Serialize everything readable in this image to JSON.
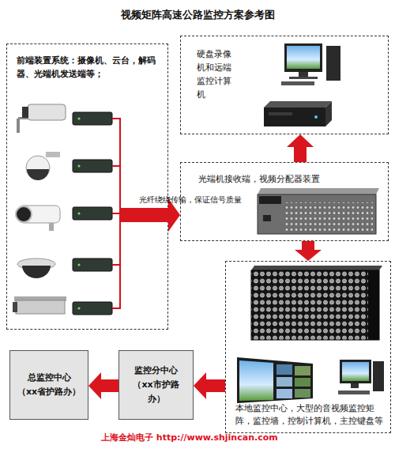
{
  "diagram": {
    "title": "视频矩阵高速公路监控方案参考图",
    "nodes": [
      {
        "text": [
          "前端装置系统：摄像机、云台，解码器、光端机发送端等；"
        ]
      },
      {
        "text": [
          "硬盘录像机和远端监控计算机"
        ]
      },
      {
        "text": [
          "光端机接收端，视频分配器装置"
        ]
      },
      {
        "text": [
          "本地监控中心，大型的音视频监控矩阵，监控墙，控制计算机，主控键盘等"
        ]
      },
      {
        "text": [
          "监控分中心 （xx市护路办）"
        ]
      },
      {
        "text": [
          "总监控中心 （xx省护路办）"
        ]
      }
    ],
    "edges": [
      {
        "from": 0,
        "to": 2,
        "label": "光纤绕绕传输，保证信号质量",
        "arrow": "to"
      },
      {
        "from": 2,
        "to": 1,
        "arrow": "to"
      },
      {
        "from": 2,
        "to": 3,
        "arrow": "to"
      },
      {
        "from": 3,
        "to": 4,
        "arrow": "to"
      },
      {
        "from": 4,
        "to": 5,
        "arrow": "to"
      }
    ],
    "labels": [
      "上海金灿电子 http://www.shjincan.com"
    ]
  }
}
